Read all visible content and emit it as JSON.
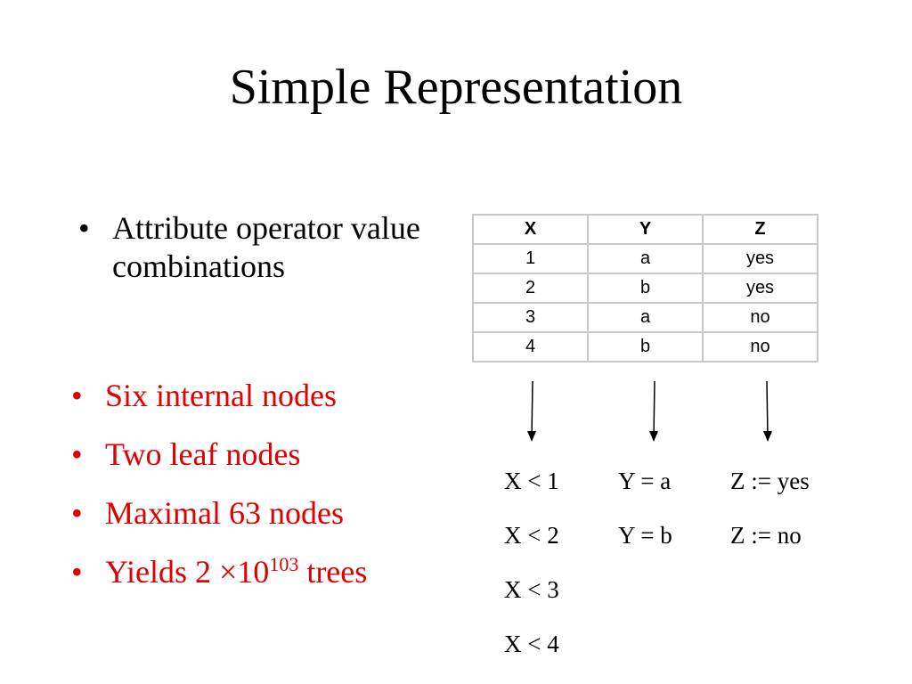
{
  "title": "Simple Representation",
  "intro_bullets": [
    "Attribute operator value combinations"
  ],
  "red_bullets": [
    {
      "text": "Six internal nodes"
    },
    {
      "text": "Two leaf nodes"
    },
    {
      "text": "Maximal 63 nodes"
    },
    {
      "prefix": "Yields 2 ×10",
      "sup": "103",
      "suffix": " trees"
    }
  ],
  "table": {
    "headers": [
      "X",
      "Y",
      "Z"
    ],
    "rows": [
      [
        "1",
        "a",
        "yes"
      ],
      [
        "2",
        "b",
        "yes"
      ],
      [
        "3",
        "a",
        "no"
      ],
      [
        "4",
        "b",
        "no"
      ]
    ]
  },
  "operator_columns": {
    "x": [
      "X < 1",
      "X < 2",
      "X < 3",
      "X < 4"
    ],
    "y": [
      "Y = a",
      "Y = b"
    ],
    "z": [
      "Z := yes",
      "Z := no"
    ]
  },
  "colors": {
    "highlight": "#e00000",
    "table_border": "#c8c8c8"
  }
}
